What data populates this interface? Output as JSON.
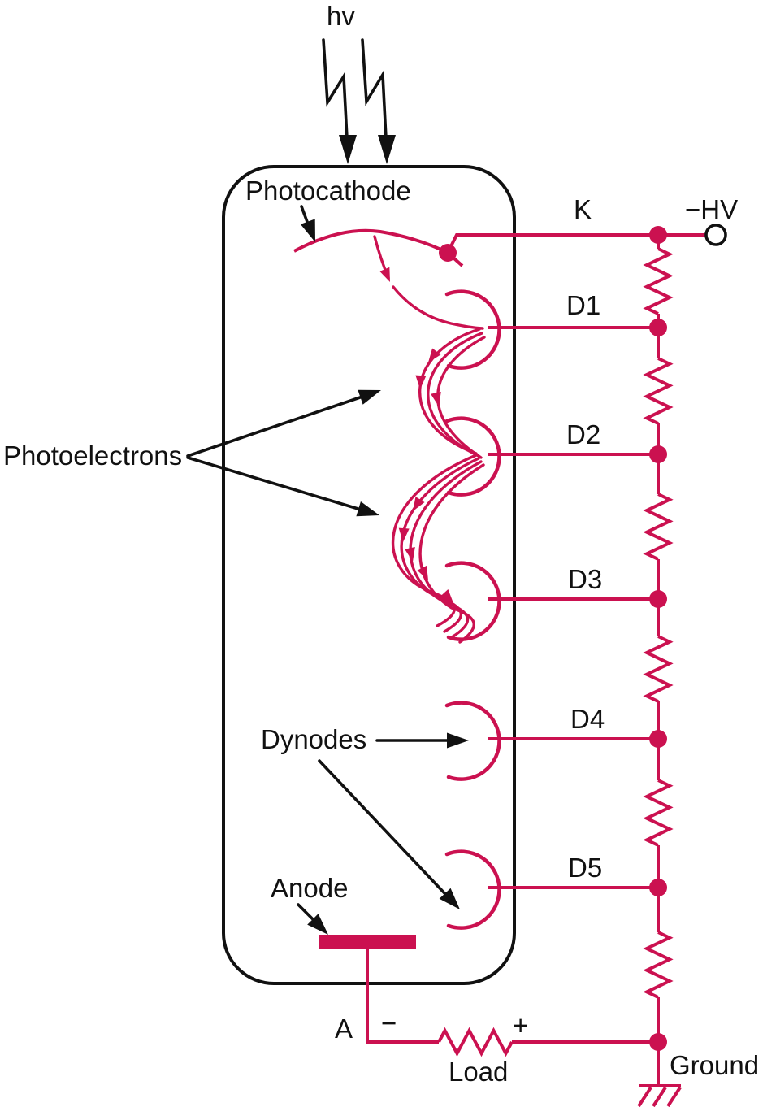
{
  "colors": {
    "accent": "#cb1150",
    "ink": "#111111",
    "background": "#ffffff"
  },
  "labels": {
    "photon": "hv",
    "photocathode": "Photocathode",
    "photoelectrons": "Photoelectrons",
    "dynodes": "Dynodes",
    "anode": "Anode",
    "cathode_terminal": "K",
    "dynode_terminals": [
      "D1",
      "D2",
      "D3",
      "D4",
      "D5"
    ],
    "neg_hv": "−HV",
    "anode_terminal": "A",
    "minus": "−",
    "plus": "+",
    "load": "Load",
    "ground": "Ground"
  }
}
